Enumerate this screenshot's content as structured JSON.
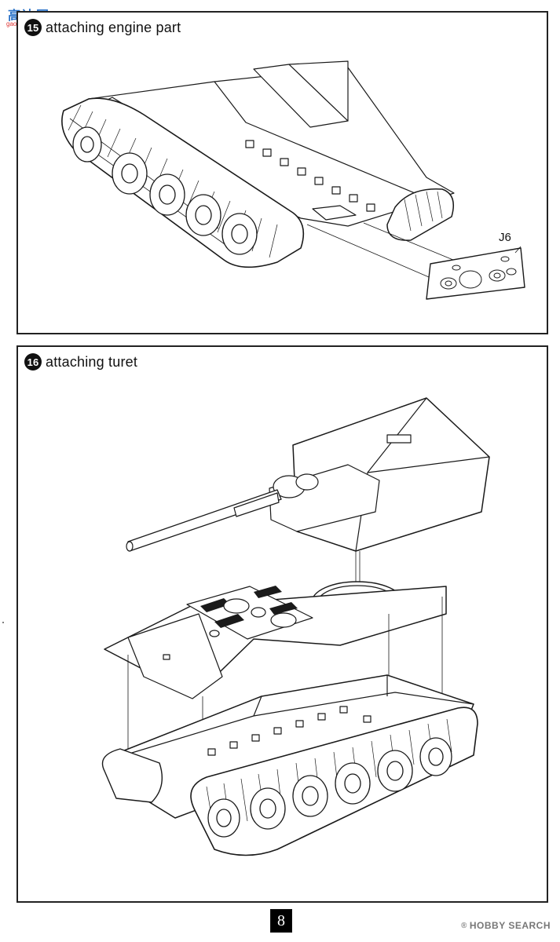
{
  "watermark": {
    "logo_text": "高达网",
    "logo_sub": "gao-shadan.com"
  },
  "steps": [
    {
      "number": "15",
      "title": "attaching engine part",
      "part_label": "J6"
    },
    {
      "number": "16",
      "title": "attaching turet"
    }
  ],
  "footer": {
    "page_number": "8",
    "site_mark": "®",
    "site_name": "HOBBY SEARCH"
  },
  "colors": {
    "line": "#1a1a1a",
    "fill": "#ffffff",
    "frame": "#222222"
  }
}
